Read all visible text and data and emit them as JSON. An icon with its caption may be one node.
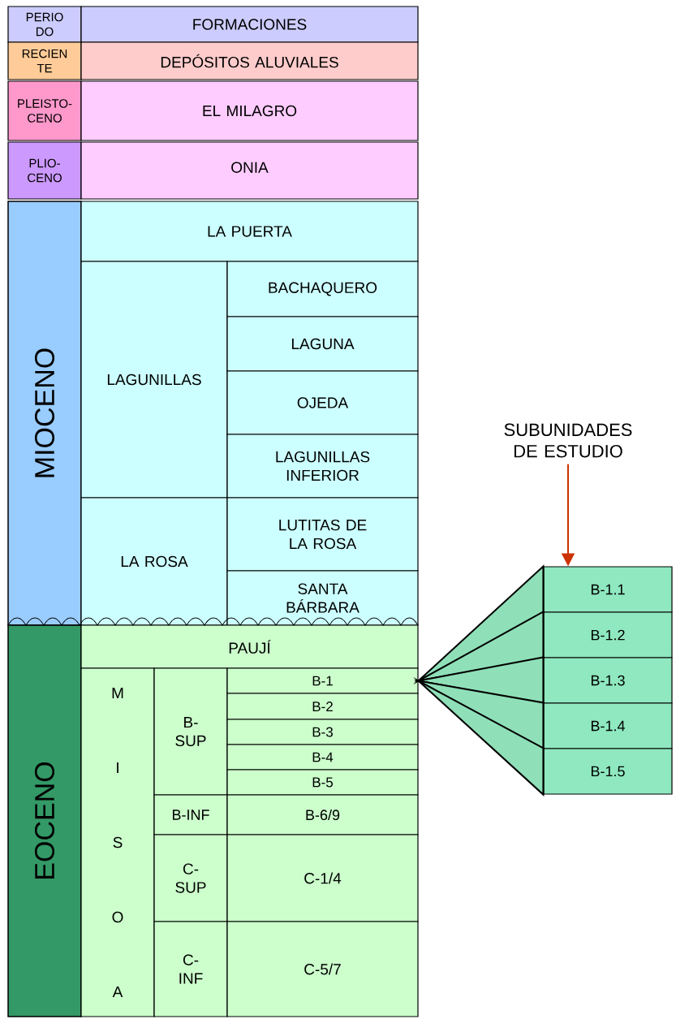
{
  "diagram": {
    "nodes": [
      {
        "text": [
          "PERIO DO"
        ]
      },
      {
        "text": [
          "FORMACIONES"
        ]
      },
      {
        "text": [
          "RECIEN TE"
        ]
      },
      {
        "text": [
          "DEPÓSITOS ALUVIALES"
        ]
      },
      {
        "text": [
          "PLEISTO- CENO"
        ]
      },
      {
        "text": [
          "EL MILAGRO"
        ]
      },
      {
        "text": [
          "PLIO- CENO"
        ]
      },
      {
        "text": [
          "ONIA"
        ]
      },
      {
        "text": [
          "MIOCENO"
        ]
      },
      {
        "text": [
          "LA PUERTA"
        ]
      },
      {
        "text": [
          "LAGUNILLAS"
        ]
      },
      {
        "text": [
          "BACHAQUERO"
        ]
      },
      {
        "text": [
          "LAGUNA"
        ]
      },
      {
        "text": [
          "OJEDA"
        ]
      },
      {
        "text": [
          "LAGUNILLAS INFERIOR"
        ]
      },
      {
        "text": [
          "LA ROSA"
        ]
      },
      {
        "text": [
          "LUTITAS DE LA ROSA"
        ]
      },
      {
        "text": [
          "SANTA BÁRBARA"
        ]
      },
      {
        "text": [
          "EOCENO"
        ]
      },
      {
        "text": [
          "PAUJÍ"
        ]
      },
      {
        "text": [
          "M I S O A"
        ]
      },
      {
        "text": [
          "B- SUP"
        ]
      },
      {
        "text": [
          "B-1"
        ]
      },
      {
        "text": [
          "B-2"
        ]
      },
      {
        "text": [
          "B-3"
        ]
      },
      {
        "text": [
          "B-4"
        ]
      },
      {
        "text": [
          "B-5"
        ]
      },
      {
        "text": [
          "B-INF"
        ]
      },
      {
        "text": [
          "B-6/9"
        ]
      },
      {
        "text": [
          "C- SUP"
        ]
      },
      {
        "text": [
          "C-1/4"
        ]
      },
      {
        "text": [
          "C- INF"
        ]
      },
      {
        "text": [
          "C-5/7"
        ]
      },
      {
        "text": [
          "SUBUNIDADES DE ESTUDIO"
        ]
      },
      {
        "text": [
          "B-1.1"
        ]
      },
      {
        "text": [
          "B-1.2"
        ]
      },
      {
        "text": [
          "B-1.3"
        ]
      },
      {
        "text": [
          "B-1.4"
        ]
      },
      {
        "text": [
          "B-1.5"
        ]
      }
    ],
    "edges": [
      {
        "from": 22,
        "to": 34,
        "arrow": "none"
      },
      {
        "from": 22,
        "to": 35,
        "arrow": "none"
      },
      {
        "from": 22,
        "to": 36,
        "arrow": "none"
      },
      {
        "from": 22,
        "to": 37,
        "arrow": "none"
      },
      {
        "from": 22,
        "to": 38,
        "arrow": "none"
      },
      {
        "from": 33,
        "to": 34,
        "arrow": "to",
        "color": "#cc3300"
      }
    ]
  }
}
